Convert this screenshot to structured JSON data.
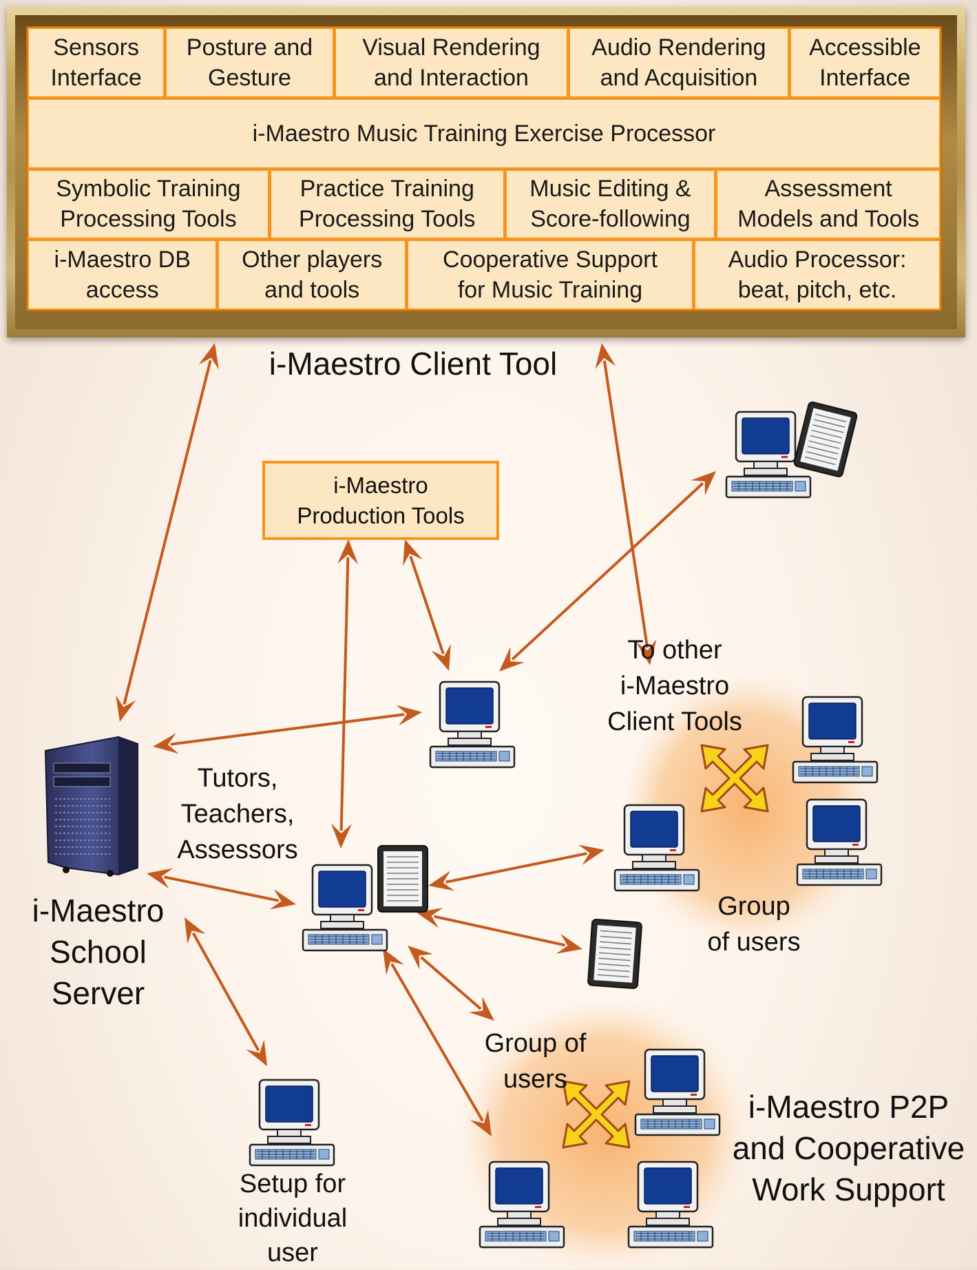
{
  "client_tool": {
    "rows": [
      [
        "Sensors\nInterface",
        "Posture and\nGesture",
        "Visual Rendering\nand Interaction",
        "Audio Rendering\nand Acquisition",
        "Accessible\nInterface"
      ],
      [
        "i-Maestro Music Training Exercise Processor"
      ],
      [
        "Symbolic Training\nProcessing Tools",
        "Practice Training\nProcessing Tools",
        "Music Editing &\nScore-following",
        "Assessment\nModels and Tools"
      ],
      [
        "i-Maestro DB\naccess",
        "Other players\nand tools",
        "Cooperative Support\nfor Music Training",
        "Audio Processor:\nbeat, pitch, etc."
      ]
    ],
    "title": "i-Maestro Client Tool"
  },
  "labels": {
    "production_tools": "i-Maestro\nProduction Tools",
    "to_other_clients": "To other\ni-Maestro\nClient Tools",
    "tutors": "Tutors,\nTeachers,\nAssessors",
    "school_server": "i-Maestro\nSchool\nServer",
    "group_users_right": "Group\nof users",
    "group_users_bottom": "Group of\nusers",
    "p2p": "i-Maestro P2P\nand Cooperative\nWork Support",
    "individual": "Setup for\nindividual\nuser"
  },
  "colors": {
    "cell_fill": "#fde7c3",
    "cell_border": "#f6941d",
    "arrow": "#c45a1e",
    "group_glow": "#f7b068",
    "cross_arrow_fill": "#f7d21a",
    "cross_arrow_stroke": "#a3481a",
    "frame_gold": "#c9ac62"
  },
  "icons": [
    "computer-icon",
    "tablet-icon",
    "server-tower-icon",
    "cross-arrows-icon"
  ]
}
